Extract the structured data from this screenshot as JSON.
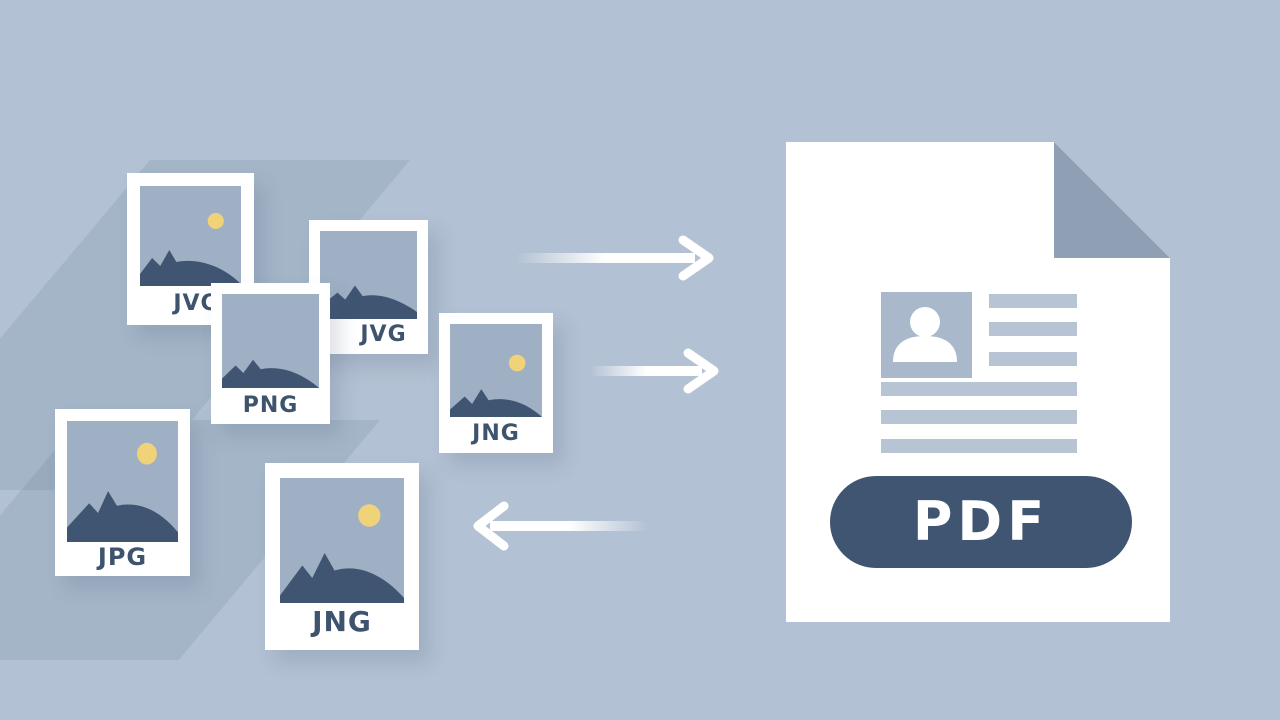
{
  "colors": {
    "background": "#b2c1d3",
    "card": "#ffffff",
    "photo": "#9fb0c4",
    "mountain": "#3f5571",
    "sun": "#f0d278",
    "pdf_badge": "#3f5571",
    "label_text": "#3e536d"
  },
  "image_files": [
    {
      "label": "JVC",
      "icon": "image-icon"
    },
    {
      "label": "JVG",
      "icon": "image-icon"
    },
    {
      "label": "PNG",
      "icon": "image-icon"
    },
    {
      "label": "JNG",
      "icon": "image-icon"
    },
    {
      "label": "JPG",
      "icon": "image-icon"
    },
    {
      "label": "JNG",
      "icon": "image-icon"
    }
  ],
  "arrows": [
    {
      "direction": "right",
      "icon": "arrow-right-icon"
    },
    {
      "direction": "right",
      "icon": "arrow-right-icon"
    },
    {
      "direction": "left",
      "icon": "arrow-left-icon"
    }
  ],
  "pdf_document": {
    "icon": "pdf-file-icon",
    "avatar_icon": "user-avatar-icon",
    "badge_label": "PDF"
  }
}
